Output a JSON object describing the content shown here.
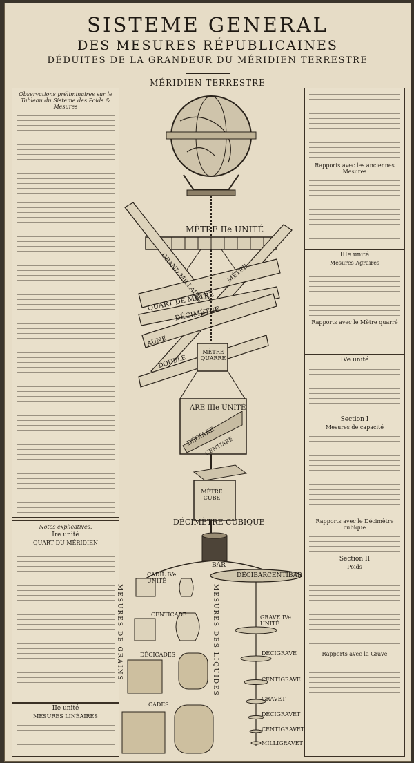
{
  "title": {
    "line1": "SISTEME GENERAL",
    "line2": "DES MESURES RÉPUBLICAINES",
    "line3": "DÉDUITES DE LA GRANDEUR DU MÉRIDIEN TERRESTRE"
  },
  "subtitle": "MÉRIDIEN TERRESTRE",
  "left_panels": {
    "observations_heading": "Observations préliminaires sur le Tableau du Sisteme des Poids & Mesures",
    "notes_heading": "Notes explicatives.",
    "unit1_heading": "Ire unité",
    "unit1_sub": "QUART DU MÉRIDIEN",
    "unit2_heading": "IIe unité",
    "unit2_sub": "MESURES LINÉAIRES"
  },
  "right_panels": {
    "mesures": "Rapports avec les anciennes Mesures",
    "unit3_heading": "IIIe unité",
    "unit3_sub": "Mesures Agraires",
    "rapports_are": "Rapports avec le Mètre quarré",
    "unit4_heading": "IVe unité",
    "section1": "Section I",
    "section1_sub": "Mesures de capacité",
    "rapports_decimetre": "Rapports avec le Décimètre cubique",
    "section2": "Section II",
    "section2_sub": "Poids",
    "rapports_grave": "Rapports avec la Grave"
  },
  "diagram": {
    "metre": "MÈTRE IIe UNITÉ",
    "grand_millaire": "GRAND MILLAIRE",
    "quart_de_metre": "QUART DE MÈTRE",
    "decimetre": "DÉCIMÈTRE",
    "metre_short": "MÈTRE",
    "aune": "AUNE",
    "double": "DOUBLE",
    "metre_quarre": "MÈTRE QUARRÉ",
    "are": "ARE IIIe UNITÉ",
    "deciare": "DÉCIARE",
    "centiare": "CENTIARE",
    "metre_cube": "MÈTRE CUBE",
    "decimetre_cubique": "DÉCIMÈTRE CUBIQUE",
    "cadil": "CADIL IVe UNITÉ",
    "bar": "BAR",
    "decibar": "DÉCIBAR",
    "centibar": "CENTIBAR",
    "centicade": "CENTICADE",
    "decicades": "DÉCICADES",
    "cades": "CADES",
    "grave": "GRAVE IVe UNITÉ",
    "decigrave": "DÉCIGRAVE",
    "centigrave": "CENTIGRAVE",
    "gravet": "GRAVET",
    "decigravet": "DÉCIGRAVET",
    "centigravet": "CENTIGRAVET",
    "milligravet": "MILLIGRAVET",
    "mesures_grains": "MESURES DE GRAINS",
    "mesures_liquides": "MESURES DES LIQUIDES"
  }
}
